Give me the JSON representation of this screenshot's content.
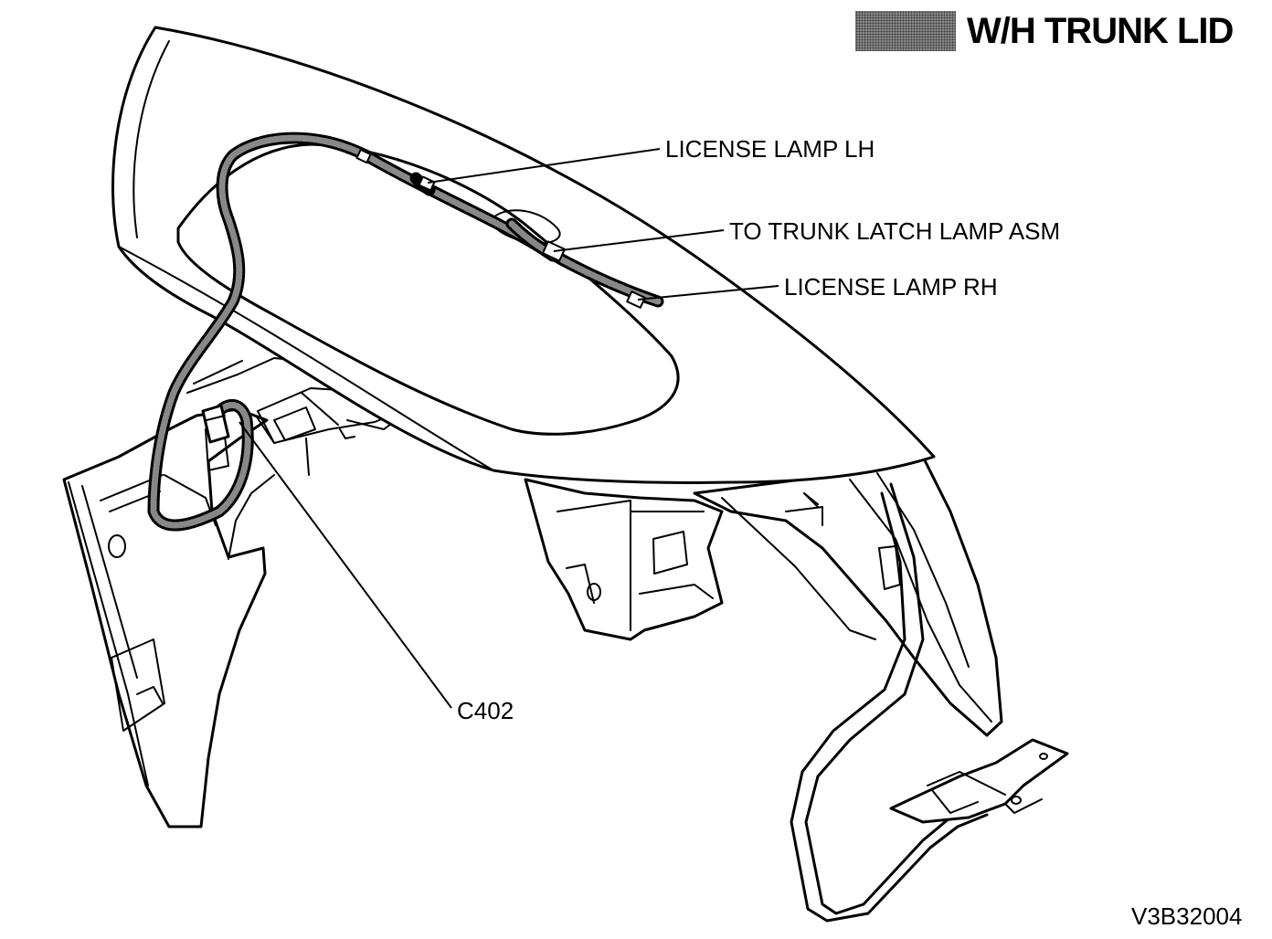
{
  "title": "W/H TRUNK LID",
  "labels": {
    "license_lamp_lh": "LICENSE LAMP LH",
    "trunk_latch_lamp": "TO TRUNK LATCH LAMP ASM",
    "license_lamp_rh": "LICENSE LAMP RH",
    "connector": "C402"
  },
  "figure_id": "V3B32004",
  "colors": {
    "line": "#000000",
    "harness": "#4a4a4a",
    "title_swatch": "#8a8a8a"
  }
}
